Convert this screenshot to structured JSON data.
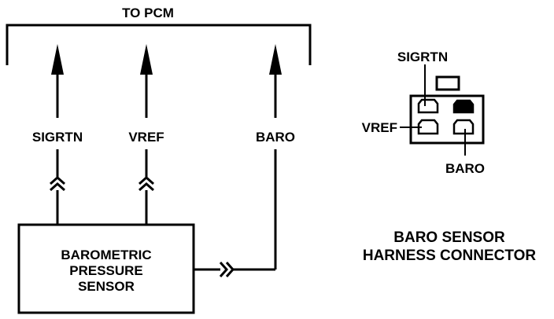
{
  "top_label": "TO PCM",
  "wires": {
    "sigrtn": "SIGRTN",
    "vref": "VREF",
    "baro": "BARO"
  },
  "sensor_box": {
    "line1": "BAROMETRIC",
    "line2": "PRESSURE",
    "line3": "SENSOR"
  },
  "connector": {
    "sigrtn": "SIGRTN",
    "vref": "VREF",
    "baro": "BARO"
  },
  "connector_title": {
    "line1": "BARO SENSOR",
    "line2": "HARNESS CONNECTOR"
  },
  "colors": {
    "ink": "#000000",
    "background": "#ffffff"
  }
}
